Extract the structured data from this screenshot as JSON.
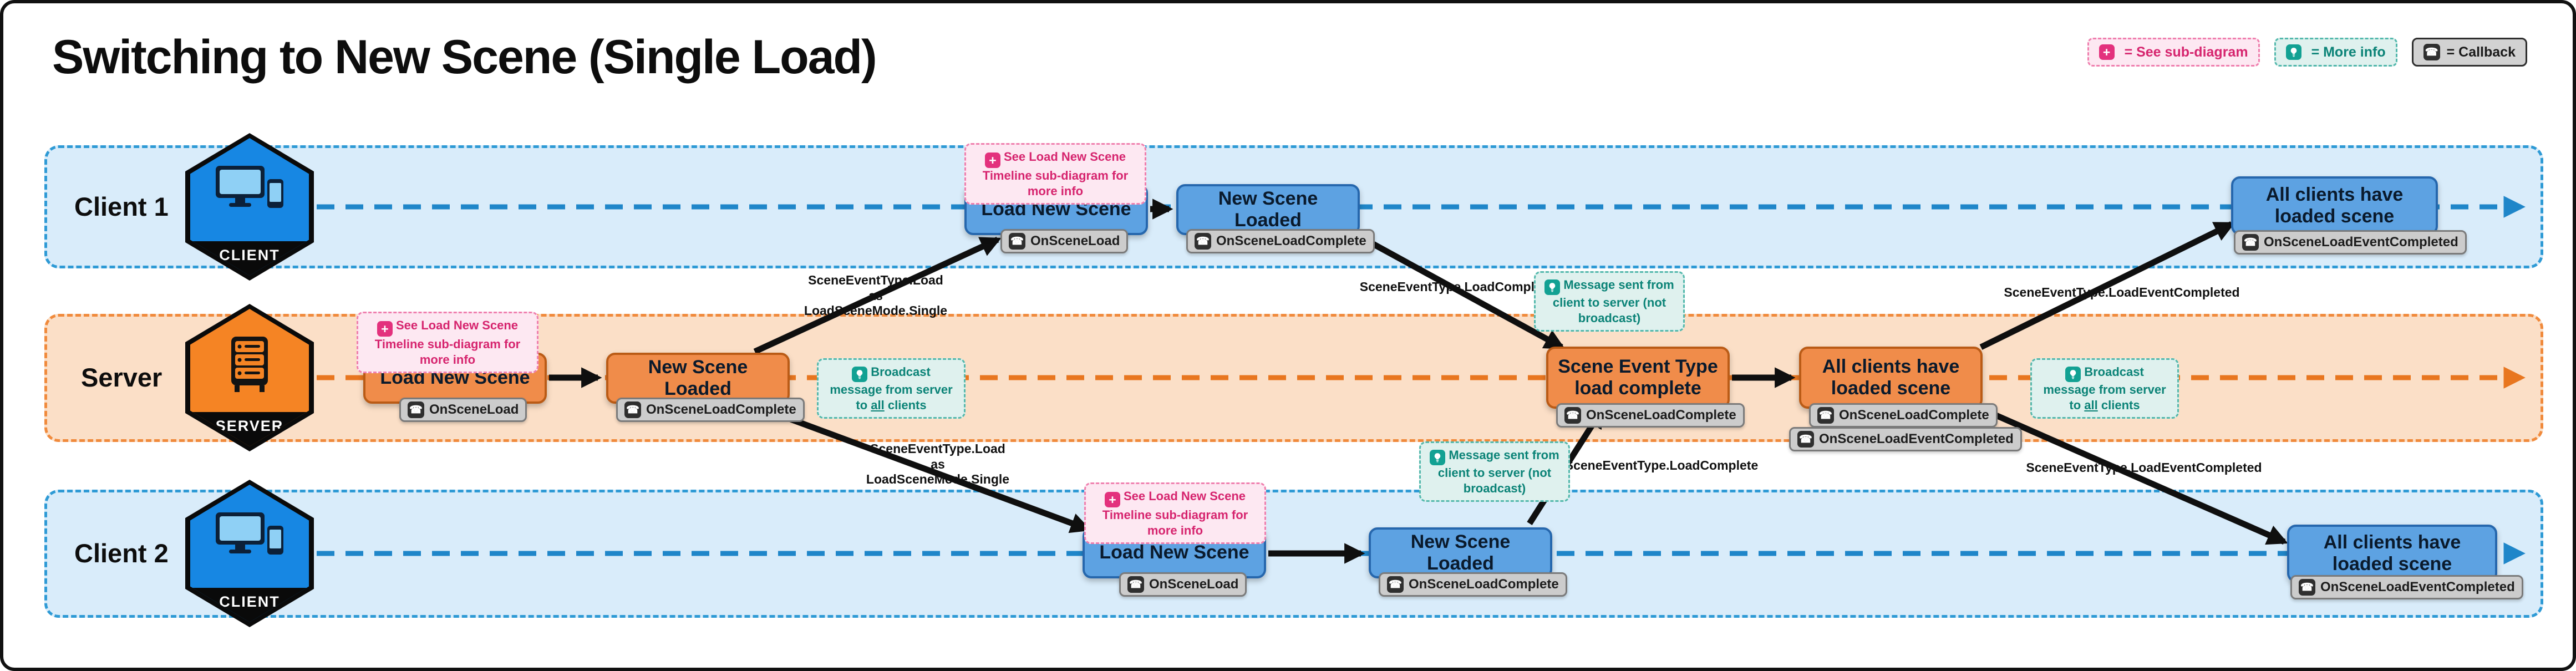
{
  "title": "Switching to New Scene (Single Load)",
  "legend": {
    "see_sub_diagram": "= See sub-diagram",
    "more_info": "= More info",
    "callback": "= Callback"
  },
  "icons": {
    "plus": "+",
    "phone": "☎"
  },
  "lanes": {
    "client1": {
      "label": "Client 1",
      "badge": "CLIENT"
    },
    "server": {
      "label": "Server",
      "badge": "SERVER"
    },
    "client2": {
      "label": "Client 2",
      "badge": "CLIENT"
    }
  },
  "client1": {
    "note": "See Load New Scene Timeline sub-diagram for more info",
    "boxes": {
      "load": {
        "label": "Load New Scene",
        "cb": "OnSceneLoad"
      },
      "loaded": {
        "label": "New Scene Loaded",
        "cb": "OnSceneLoadComplete"
      },
      "all": {
        "label": "All clients have loaded scene",
        "cb": "OnSceneLoadEventCompleted"
      }
    }
  },
  "server": {
    "note": "See Load New Scene Timeline sub-diagram for more info",
    "boxes": {
      "load": {
        "label": "Load New Scene",
        "cb": "OnSceneLoad"
      },
      "loaded": {
        "label": "New Scene Loaded",
        "cb": "OnSceneLoadComplete"
      },
      "scene_event": {
        "label": "Scene Event Type load complete",
        "cb": "OnSceneLoadComplete"
      },
      "all": {
        "label": "All clients have loaded scene",
        "cb1": "OnSceneLoadComplete",
        "cb2": "OnSceneLoadEventCompleted"
      }
    },
    "broadcast_note_left": {
      "before": "Broadcast message from server to ",
      "underline": "all",
      "after": " clients"
    },
    "broadcast_note_right": {
      "before": "Broadcast message from server to ",
      "underline": "all",
      "after": " clients"
    },
    "client_msg_note_top": "Message sent from client to server (not broadcast)",
    "client_msg_note_bottom": "Message sent from client to server (not broadcast)"
  },
  "client2": {
    "note": "See Load New Scene Timeline sub-diagram for more info",
    "boxes": {
      "load": {
        "label": "Load New Scene",
        "cb": "OnSceneLoad"
      },
      "loaded": {
        "label": "New Scene Loaded",
        "cb": "OnSceneLoadComplete"
      },
      "all": {
        "label": "All clients have loaded scene",
        "cb": "OnSceneLoadEventCompleted"
      }
    }
  },
  "arrow_labels": {
    "load_to_client1": "SceneEventType.Load\nas\nLoadSceneMode.Single",
    "load_to_client2": "SceneEventType.Load\nas\nLoadSceneMode.Single",
    "load_complete_from_client1": "SceneEventType.LoadComplete",
    "load_complete_from_client2": "SceneEventType.LoadComplete",
    "load_event_completed_to_client1": "SceneEventType.LoadEventCompleted",
    "load_event_completed_to_client2": "SceneEventType.LoadEventCompleted"
  },
  "colors": {
    "client_fill": "#5da2e2",
    "client_border": "#2667ad",
    "client_lane": "#d9ecfa",
    "client_dash": "#2e9ad5",
    "server_fill": "#f08c4a",
    "server_border": "#ba5b16",
    "server_lane": "#fbdfc7",
    "server_dash": "#f08a3c",
    "pink": "#d6246e",
    "teal": "#0b8377",
    "callback_gray": "#cccccc",
    "arrow": "#0f0f0f"
  }
}
